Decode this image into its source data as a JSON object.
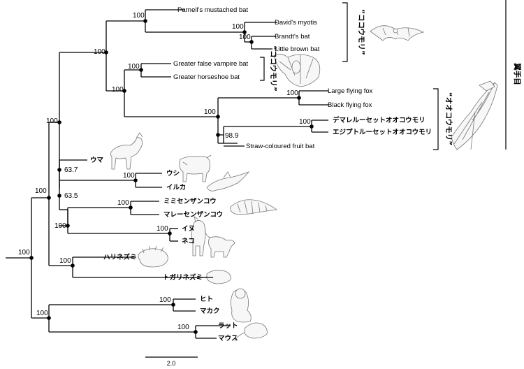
{
  "leaves": [
    {
      "id": "parnell",
      "label": "Parnell's mustached bat"
    },
    {
      "id": "davids",
      "label": "David's myotis"
    },
    {
      "id": "brandts",
      "label": "Brandt's bat"
    },
    {
      "id": "littlebrown",
      "label": "Little brown bat"
    },
    {
      "id": "gfvb",
      "label": "Greater false vampire bat"
    },
    {
      "id": "ghb",
      "label": "Greater horseshoe bat"
    },
    {
      "id": "lff",
      "label": "Large flying fox"
    },
    {
      "id": "bff",
      "label": "Black flying fox"
    },
    {
      "id": "demarel",
      "label": "デマレルーセットオオコウモリ"
    },
    {
      "id": "egypt",
      "label": "エジプトルーセットオオコウモリ"
    },
    {
      "id": "straw",
      "label": "Straw-coloured fruit bat"
    },
    {
      "id": "uma",
      "label": "ウマ"
    },
    {
      "id": "ushi",
      "label": "ウシ"
    },
    {
      "id": "iruka",
      "label": "イルカ"
    },
    {
      "id": "mimi",
      "label": "ミミセンザンコウ"
    },
    {
      "id": "marei",
      "label": "マレーセンザンコウ"
    },
    {
      "id": "inu",
      "label": "イヌ"
    },
    {
      "id": "neko",
      "label": "ネコ"
    },
    {
      "id": "hari",
      "label": "ハリネズミ"
    },
    {
      "id": "togari",
      "label": "トガリネズミ"
    },
    {
      "id": "hito",
      "label": "ヒト"
    },
    {
      "id": "makaku",
      "label": "マカク"
    },
    {
      "id": "ratto",
      "label": "ラット"
    },
    {
      "id": "mausu",
      "label": "マウス"
    }
  ],
  "bootstrap": {
    "parnell_clade": "100",
    "myotis_clade": "100",
    "brandt_little": "100",
    "microbats": "100",
    "rhinolophoid": "100",
    "bats": "100",
    "pteropus": "100",
    "rousettus": "100",
    "pteropodidae": "100",
    "rousettus_straw": "98.9",
    "laurasia": "100",
    "uma_cet": "63.7",
    "cetart": "100",
    "ferae_group": "63.5",
    "pholidota": "100",
    "carnivora": "100",
    "ferae": "100",
    "eulipotyphla": "100",
    "boreo": "100",
    "primates": "100",
    "rodents": "100",
    "euarchontoglires": "100",
    "root": "100"
  },
  "groups": {
    "kokoumori_1": "“ココウモリ”",
    "kokoumori_2": "“ココウモリ”",
    "ookoumori": "“オオコウモリ”",
    "chiroptera": "翼手目"
  },
  "scale_bar": {
    "value": "2.0"
  },
  "images": [
    {
      "name": "bat-microbat-illustration"
    },
    {
      "name": "bat-horseshoe-illustration"
    },
    {
      "name": "flying-fox-illustration"
    },
    {
      "name": "horse-illustration"
    },
    {
      "name": "cow-illustration"
    },
    {
      "name": "dolphin-illustration"
    },
    {
      "name": "pangolin-illustration"
    },
    {
      "name": "dog-illustration"
    },
    {
      "name": "cat-illustration"
    },
    {
      "name": "hedgehog-illustration"
    },
    {
      "name": "shrew-illustration"
    },
    {
      "name": "monkey-illustration"
    },
    {
      "name": "rat-illustration"
    }
  ]
}
